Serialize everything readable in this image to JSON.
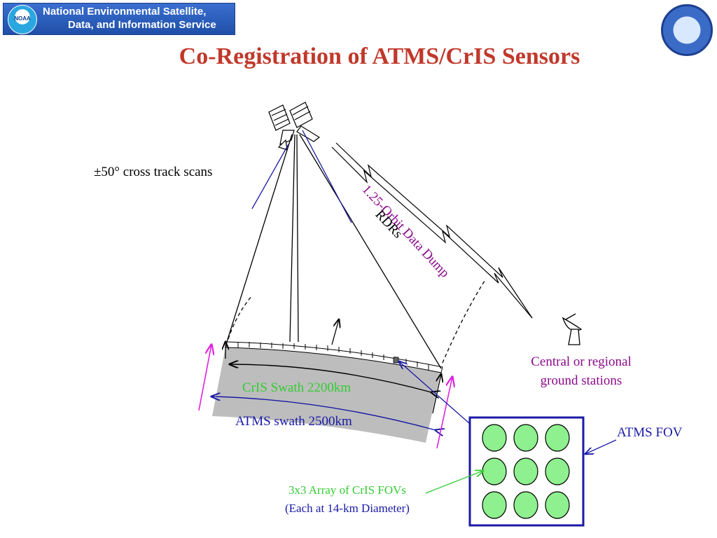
{
  "header": {
    "org_line1": "National Environmental Satellite,",
    "org_line2": "Data, and Information Service",
    "noaa_logo": "NOAA"
  },
  "title": "Co-Registration of ATMS/CrIS Sensors",
  "labels": {
    "scans": "±50° cross track scans",
    "dump": "1.25-Orbit Data Dump",
    "rdrs": "RDRs",
    "ground_line1": "Central or regional",
    "ground_line2": "ground stations",
    "cris_swath": "CrIS Swath 2200km",
    "atms_swath": "ATMS swath 2500km",
    "atms_fov": "ATMS FOV",
    "array_line1": "3x3 Array of CrIS FOVs",
    "array_line2": "(Each at 14-km Diameter)"
  },
  "colors": {
    "title": "#c0392b",
    "purple": "#8b0a8b",
    "green": "#33cc33",
    "blue": "#1a1aa6",
    "magenta": "#e020e0",
    "swath_gray": "#bdbdbd",
    "fov_fill": "#8ef08e"
  },
  "icons": [
    "noaa-logo-icon",
    "nesdis-seal-icon",
    "satellite-icon",
    "dish-antenna-icon"
  ]
}
